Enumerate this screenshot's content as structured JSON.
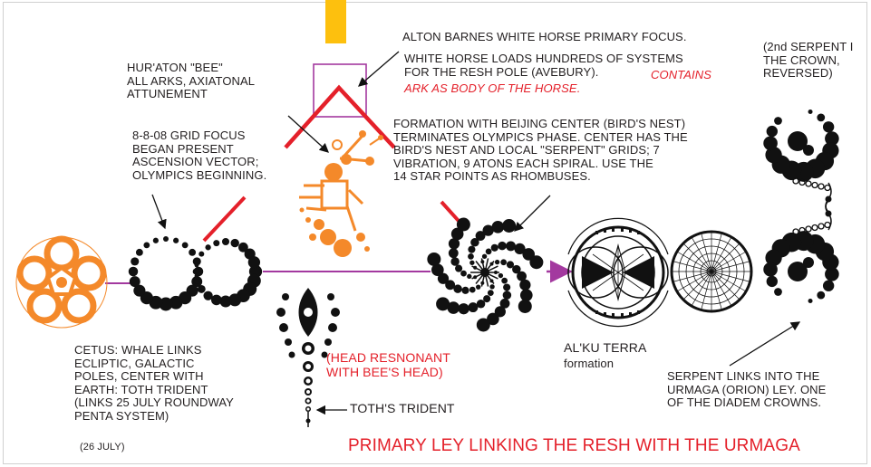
{
  "labels": {
    "alton": "ALTON BARNES WHITE HORSE PRIMARY FOCUS.",
    "white_horse": "WHITE HORSE LOADS HUNDREDS OF SYSTEMS\nFOR THE RESH POLE (AVEBURY).",
    "contains_ark": "CONTAINS\nARK AS BODY OF THE HORSE.",
    "serpent_crown": "(2nd SERPENT I\nTHE CROWN,\nREVERSED)",
    "huraton": "HUR'ATON \"BEE\"\nALL ARKS, AXIATONAL\nATTUNEMENT",
    "grid_focus": "8-8-08 GRID FOCUS\nBEGAN PRESENT\nASCENSION VECTOR;\nOLYMPICS BEGINNING.",
    "beijing": "FORMATION WITH BEIJING CENTER (BIRD'S NEST)\nTERMINATES OLYMPICS PHASE. CENTER HAS THE\nBIRD'S NEST AND LOCAL \"SERPENT\" GRIDS; 7\nVIBRATION, 9 ATONS EACH SPIRAL. USE THE\n14 STAR POINTS AS RHOMBUSES.",
    "cetus": "CETUS: WHALE LINKS\nECLIPTIC, GALACTIC\nPOLES, CENTER WITH\nEARTH: TOTH TRIDENT\n(LINKS 25 JULY ROUNDWAY\nPENTA SYSTEM)",
    "july26": "(26 JULY)",
    "head_resonant": "(HEAD RESNONANT\nWITH BEE'S HEAD)",
    "toth_trident": "TOTH'S TRIDENT",
    "alku_title": "AL'KU TERRA",
    "alku_sub": "formation",
    "serpent_links": "SERPENT LINKS INTO THE\nURMAGA (ORION) LEY. ONE\nOF THE DIADEM CROWNS.",
    "primary_ley": "PRIMARY LEY LINKING THE RESH WITH THE URMAGA"
  },
  "colors": {
    "text": "#231f20",
    "red": "#e4202a",
    "purple": "#a3399f",
    "orange": "#f4892a",
    "yellow": "#fdc00e",
    "black": "#111111"
  },
  "icons": [
    "cetus-glyph",
    "infinity-ring-formation",
    "bee-formation",
    "trident-formation",
    "beijing-formation",
    "alku-terra-formation",
    "web-circle-formation",
    "serpent-formation"
  ]
}
